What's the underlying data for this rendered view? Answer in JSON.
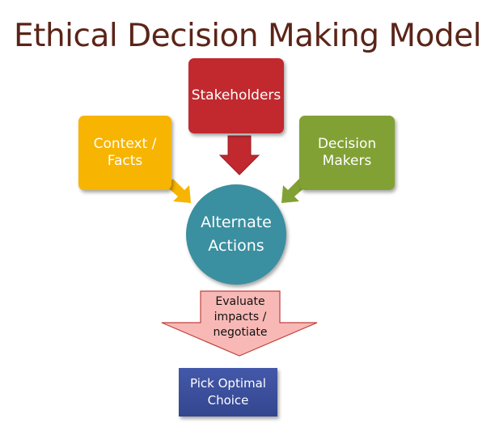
{
  "title": "Ethical Decision Making Model",
  "nodes": {
    "stakeholders": "Stakeholders",
    "context_line1": "Context /",
    "context_line2": "Facts",
    "decision_line1": "Decision",
    "decision_line2": "Makers",
    "alternate_line1": "Alternate",
    "alternate_line2": "Actions",
    "evaluate_line1": "Evaluate",
    "evaluate_line2": "impacts /",
    "evaluate_line3": "negotiate",
    "pick_line1": "Pick Optimal",
    "pick_line2": "Choice"
  },
  "colors": {
    "title": "#5b2418",
    "stakeholders": "#c1292f",
    "context": "#f7b400",
    "decision": "#82a135",
    "alternate": "#3a8fa0",
    "evaluate": "#f8b9b6",
    "pick": "#3a4e9e"
  }
}
